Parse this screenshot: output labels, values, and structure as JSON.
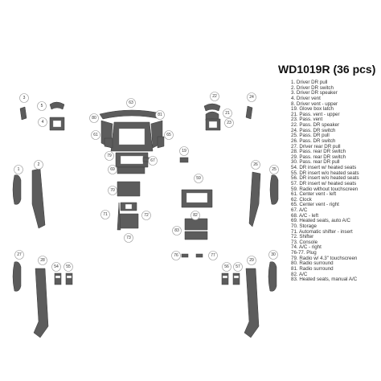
{
  "kit": {
    "title": "WD1019R (36 pcs)"
  },
  "legend": [
    "1. Driver DR pull",
    "2. Driver DR switch",
    "3. Driver DR speaker",
    "4. Driver vent",
    "8. Driver vent - upper",
    "19. Glove box latch",
    "21. Pass. vent - upper",
    "23. Pass. vent",
    "22. Pass. DR speaker",
    "24. Pass. DR switch",
    "25. Pass. DR pull",
    "26. Pass. DR switch",
    "27. Driver rear DR pull",
    "28. Pass. rear DR switch",
    "29. Pass. rear DR switch",
    "30. Pass. rear DR pull",
    "54. DR insert w/ heated seats",
    "55. DR insert w/o heated seats",
    "56. DR insert w/o heated seats",
    "57. DR insert w/ heated seats",
    "59. Radio without touchscreen",
    "61. Center vent - left",
    "62. Clock",
    "65. Center vent - right",
    "67. A/C",
    "68. A/C - left",
    "69. Heated seats, auto A/C",
    "70. Storage",
    "71. Automatic shifter - insert",
    "72. Shifter",
    "73. Console",
    "74. A/C - right",
    "76-77. Plug",
    "79. Radio w/ 4.3\" touchscreen",
    "80. Radio surround",
    "81. Radio surround",
    "82. A/C",
    "83. Heated seats, manual A/C"
  ],
  "markers": [
    "63",
    "80",
    "81",
    "61",
    "65",
    "79",
    "67",
    "69",
    "70",
    "71",
    "72",
    "73",
    "19",
    "59",
    "82",
    "83",
    "76",
    "77",
    "3",
    "5",
    "4",
    "1",
    "2",
    "27",
    "28",
    "54",
    "55",
    "22",
    "21",
    "23",
    "24",
    "26",
    "25",
    "30",
    "29",
    "56",
    "57"
  ]
}
